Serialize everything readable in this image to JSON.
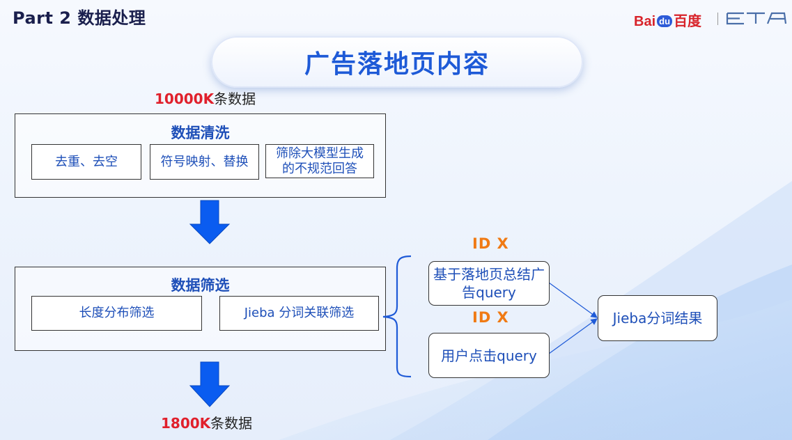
{
  "header": {
    "part_title": "Part 2  数据处理",
    "logo": {
      "baidu_prefix": "Bai",
      "baidu_du": "du",
      "baidu_suffix": "百度",
      "eta": "ETA"
    }
  },
  "title": "广告落地页内容",
  "input_count": {
    "number": "10000K",
    "suffix": "条数据"
  },
  "cleaning": {
    "title": "数据清洗",
    "items": [
      "去重、去空",
      "符号映射、替换",
      "筛除大模型生成的不规范回答"
    ]
  },
  "filtering": {
    "title": "数据筛选",
    "items": [
      "长度分布筛选",
      "Jieba 分词关联筛选"
    ]
  },
  "output_count": {
    "number": "1800K",
    "suffix": "条数据"
  },
  "branches": {
    "id_label_1": "ID X",
    "id_label_2": "ID X",
    "query1": "基于落地页总结广告query",
    "query2": "用户点击query",
    "result": "Jieba分词结果"
  },
  "colors": {
    "accent_blue": "#1e5ad7",
    "arrow_blue": "#0a5cf0",
    "count_red": "#e0202c",
    "id_orange": "#f07a14"
  }
}
